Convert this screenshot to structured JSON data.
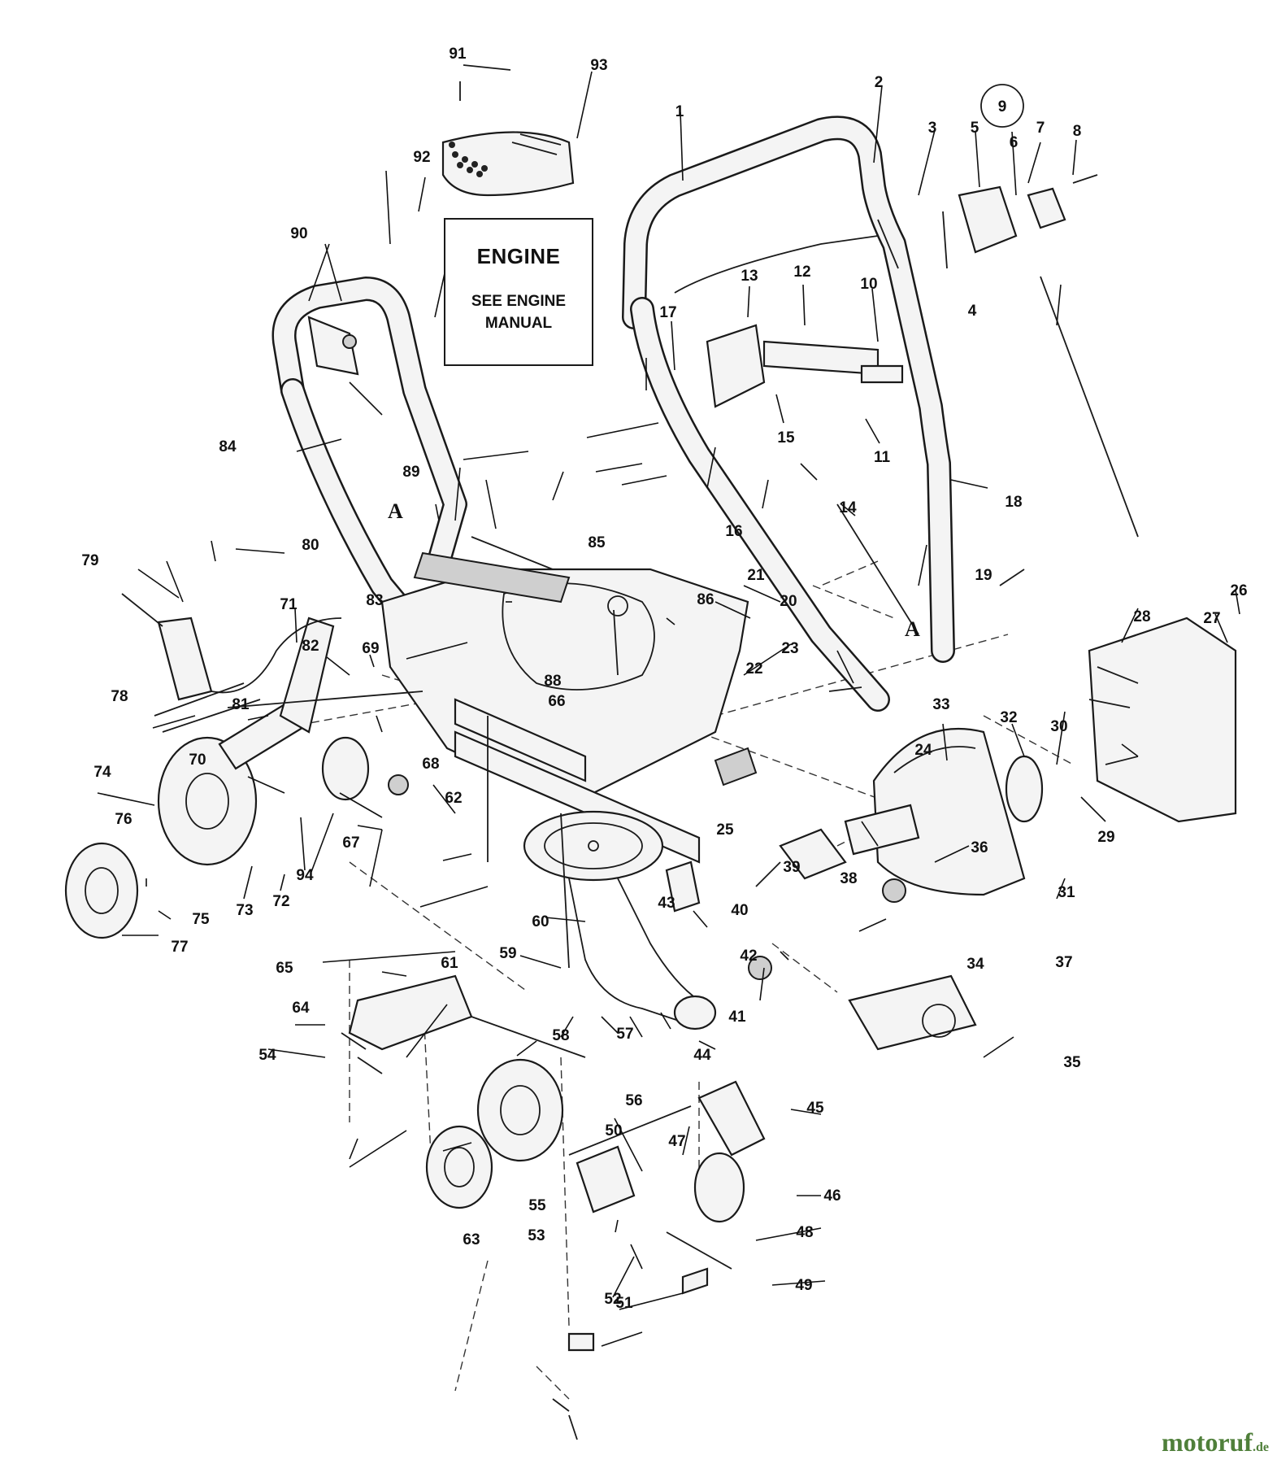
{
  "engine_note": {
    "title": "ENGINE",
    "line1": "SEE ENGINE",
    "line2": "MANUAL"
  },
  "watermark": {
    "name": "motoruf",
    "suffix": ".de",
    "color": "#4f7f3a"
  },
  "section_marks": [
    {
      "id": "mark-a-left",
      "text": "A"
    },
    {
      "id": "mark-a-right",
      "text": "A"
    }
  ],
  "circled_label": "9",
  "callouts": [
    "1",
    "2",
    "3",
    "4",
    "5",
    "6",
    "7",
    "8",
    "10",
    "11",
    "12",
    "13",
    "14",
    "15",
    "16",
    "17",
    "18",
    "19",
    "20",
    "21",
    "22",
    "23",
    "24",
    "25",
    "26",
    "27",
    "28",
    "29",
    "30",
    "31",
    "32",
    "33",
    "34",
    "35",
    "36",
    "37",
    "38",
    "39",
    "40",
    "41",
    "42",
    "43",
    "44",
    "45",
    "46",
    "47",
    "48",
    "49",
    "50",
    "51",
    "52",
    "53",
    "54",
    "55",
    "56",
    "57",
    "58",
    "59",
    "60",
    "61",
    "62",
    "63",
    "64",
    "65",
    "66",
    "67",
    "68",
    "69",
    "70",
    "71",
    "72",
    "73",
    "74",
    "75",
    "76",
    "77",
    "78",
    "79",
    "80",
    "81",
    "82",
    "83",
    "84",
    "85",
    "86",
    "88",
    "89",
    "90",
    "91",
    "92",
    "93",
    "94"
  ]
}
